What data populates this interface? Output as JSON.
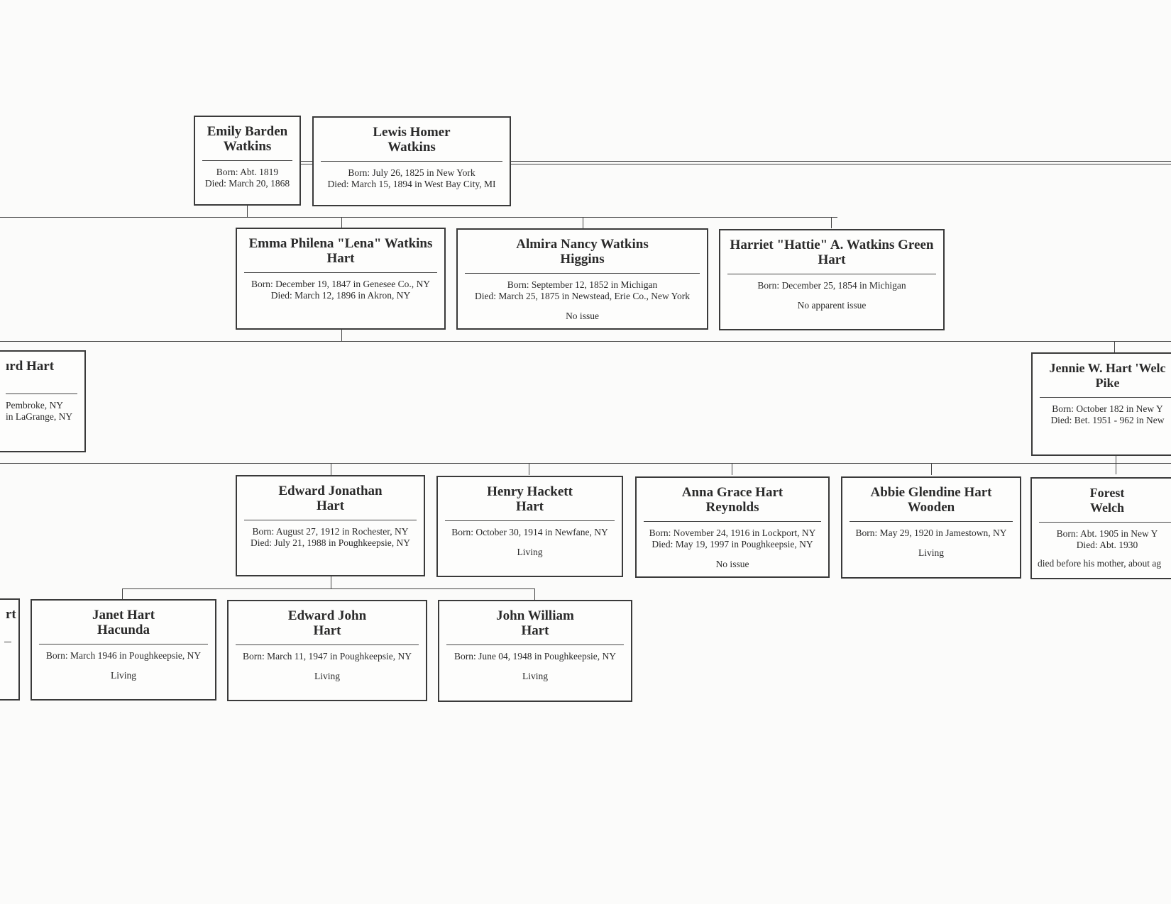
{
  "people": {
    "emily": {
      "name1": "Emily Barden",
      "name2": "Watkins",
      "born": "Born: Abt. 1819",
      "died": "Died: March 20, 1868"
    },
    "lewis": {
      "name1": "Lewis Homer",
      "name2": "Watkins",
      "born": "Born: July 26, 1825 in New York",
      "died": "Died: March 15, 1894 in West Bay City, MI"
    },
    "emma": {
      "name1": "Emma Philena \"Lena\" Watkins",
      "name2": "Hart",
      "born": "Born: December 19, 1847 in Genesee Co., NY",
      "died": "Died: March 12, 1896 in Akron, NY"
    },
    "almira": {
      "name1": "Almira Nancy Watkins",
      "name2": "Higgins",
      "born": "Born: September 12, 1852 in Michigan",
      "died": "Died: March 25, 1875 in Newstead, Erie Co., New York",
      "note": "No issue"
    },
    "harriet": {
      "name1": "Harriet \"Hattie\" A. Watkins Green",
      "name2": "Hart",
      "born": "Born: December 25, 1854 in Michigan",
      "note": "No apparent issue"
    },
    "ird_hart": {
      "name1": "ırd Hart",
      "born": "Pembroke, NY",
      "died": "in LaGrange, NY"
    },
    "jennie": {
      "name1": "Jennie W. Hart 'Welc",
      "name2": "Pike",
      "born": "Born: October 182 in New Y",
      "died": "Died: Bet. 1951 - 962 in New"
    },
    "edward_jonathan": {
      "name1": "Edward Jonathan",
      "name2": "Hart",
      "born": "Born: August 27, 1912 in Rochester, NY",
      "died": "Died: July 21, 1988 in Poughkeepsie, NY"
    },
    "henry": {
      "name1": "Henry Hackett",
      "name2": "Hart",
      "born": "Born: October 30, 1914 in Newfane, NY",
      "note": "Living"
    },
    "anna": {
      "name1": "Anna Grace Hart",
      "name2": "Reynolds",
      "born": "Born: November 24, 1916 in Lockport, NY",
      "died": "Died: May 19, 1997 in Poughkeepsie, NY",
      "note": "No issue"
    },
    "abbie": {
      "name1": "Abbie Glendine Hart",
      "name2": "Wooden",
      "born": "Born: May 29, 1920 in Jamestown, NY",
      "note": "Living"
    },
    "forest": {
      "name1": "Forest",
      "name2": "Welch",
      "born": "Born: Abt. 1905 in New Y",
      "died": "Died: Abt. 1930",
      "note": "died before his mother, about ag"
    },
    "rt_partial": {
      "name1": "rt"
    },
    "janet": {
      "name1": "Janet Hart",
      "name2": "Hacunda",
      "born": "Born: March 1946 in Poughkeepsie, NY",
      "note": "Living"
    },
    "edward_john": {
      "name1": "Edward John",
      "name2": "Hart",
      "born": "Born: March 11, 1947 in Poughkeepsie, NY",
      "note": "Living"
    },
    "john_william": {
      "name1": "John William",
      "name2": "Hart",
      "born": "Born: June 04, 1948 in Poughkeepsie, NY",
      "note": "Living"
    }
  }
}
